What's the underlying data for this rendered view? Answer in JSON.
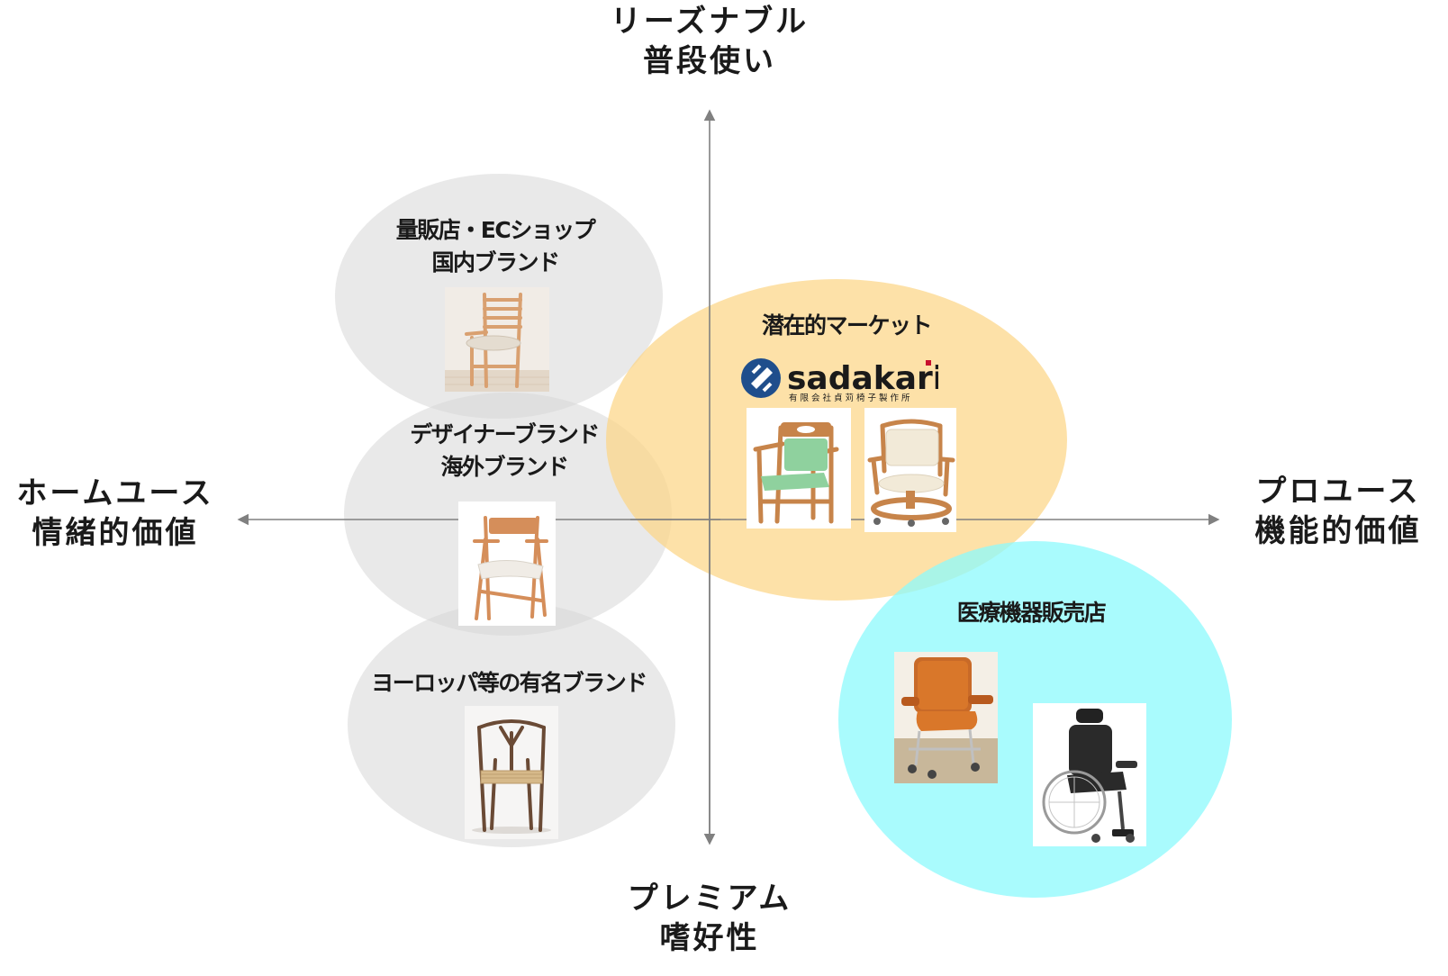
{
  "axes": {
    "top": {
      "line1": "リーズナブル",
      "line2": "普段使い"
    },
    "bottom": {
      "line1": "プレミアム",
      "line2": "嗜好性"
    },
    "left": {
      "line1": "ホームユース",
      "line2": "情緒的価値"
    },
    "right": {
      "line1": "プロユース",
      "line2": "機能的価値"
    }
  },
  "groups": {
    "mass_retail": {
      "line1": "量販店・ECショップ",
      "line2": "国内ブランド",
      "color": "#d7d7d7"
    },
    "designer": {
      "line1": "デザイナーブランド",
      "line2": "海外ブランド",
      "color": "#d7d7d7"
    },
    "european": {
      "line1": "ヨーロッパ等の有名ブランド",
      "color": "#d7d7d7"
    },
    "potential": {
      "line1": "潜在的マーケット",
      "color": "#fcd686"
    },
    "medical": {
      "line1": "医療機器販売店",
      "color": "#8cfafc"
    }
  },
  "logo": {
    "name": "sadakari",
    "subtitle": "有限会社貞苅椅子製作所",
    "color": "#1f4e8c",
    "accent": "#c8102e",
    "icon": "sadakari-logo-icon"
  },
  "colors": {
    "axis": "#808080",
    "wood": "#c8905a",
    "green_seat": "#8fd19e",
    "cream_seat": "#f2ead8",
    "orange_seat": "#d9772a"
  }
}
